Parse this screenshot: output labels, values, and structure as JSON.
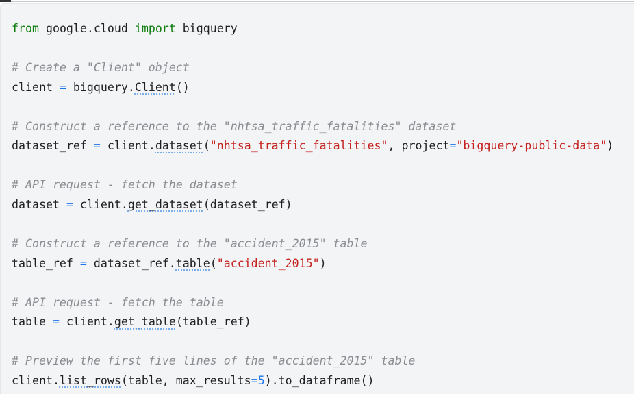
{
  "colors": {
    "keyword": "#0d7d0d",
    "comment": "#8a8d91",
    "string": "#c5221f",
    "operator": "#1a73e8",
    "text": "#202124",
    "background": "#f3f4f5"
  },
  "code_lines": [
    [
      [
        "from",
        "kw"
      ],
      [
        " google.cloud ",
        ""
      ],
      [
        "import",
        "kw"
      ],
      [
        " bigquery",
        ""
      ]
    ],
    [],
    [
      [
        "# Create a \"Client\" object",
        "cm"
      ]
    ],
    [
      [
        "client ",
        ""
      ],
      [
        "=",
        "op"
      ],
      [
        " bigquery.",
        ""
      ],
      [
        "Client",
        "fn"
      ],
      [
        "()",
        ""
      ]
    ],
    [],
    [
      [
        "# Construct a reference to the \"nhtsa_traffic_fatalities\" dataset",
        "cm"
      ]
    ],
    [
      [
        "dataset_ref ",
        ""
      ],
      [
        "=",
        "op"
      ],
      [
        " client.",
        ""
      ],
      [
        "dataset",
        "fn"
      ],
      [
        "(",
        ""
      ],
      [
        "\"nhtsa_traffic_fatalities\"",
        "st"
      ],
      [
        ", project",
        ""
      ],
      [
        "=",
        "op"
      ],
      [
        "\"bigquery-public-data\"",
        "st"
      ],
      [
        ")",
        ""
      ]
    ],
    [],
    [
      [
        "# API request - fetch the dataset",
        "cm"
      ]
    ],
    [
      [
        "dataset ",
        ""
      ],
      [
        "=",
        "op"
      ],
      [
        " client.",
        ""
      ],
      [
        "get_dataset",
        "fn"
      ],
      [
        "(dataset_ref)",
        ""
      ]
    ],
    [],
    [
      [
        "# Construct a reference to the \"accident_2015\" table",
        "cm"
      ]
    ],
    [
      [
        "table_ref ",
        ""
      ],
      [
        "=",
        "op"
      ],
      [
        " dataset_ref.",
        ""
      ],
      [
        "table",
        "fn"
      ],
      [
        "(",
        ""
      ],
      [
        "\"accident_2015\"",
        "st"
      ],
      [
        ")",
        ""
      ]
    ],
    [],
    [
      [
        "# API request - fetch the table",
        "cm"
      ]
    ],
    [
      [
        "table ",
        ""
      ],
      [
        "=",
        "op"
      ],
      [
        " client.",
        ""
      ],
      [
        "get_table",
        "fn"
      ],
      [
        "(table_ref)",
        ""
      ]
    ],
    [],
    [
      [
        "# Preview the first five lines of the \"accident_2015\" table",
        "cm"
      ]
    ],
    [
      [
        "client.",
        ""
      ],
      [
        "list_rows",
        "fn"
      ],
      [
        "(table, max_results",
        ""
      ],
      [
        "=",
        "op"
      ],
      [
        "5",
        "op"
      ],
      [
        ").to_dataframe()",
        ""
      ]
    ]
  ]
}
